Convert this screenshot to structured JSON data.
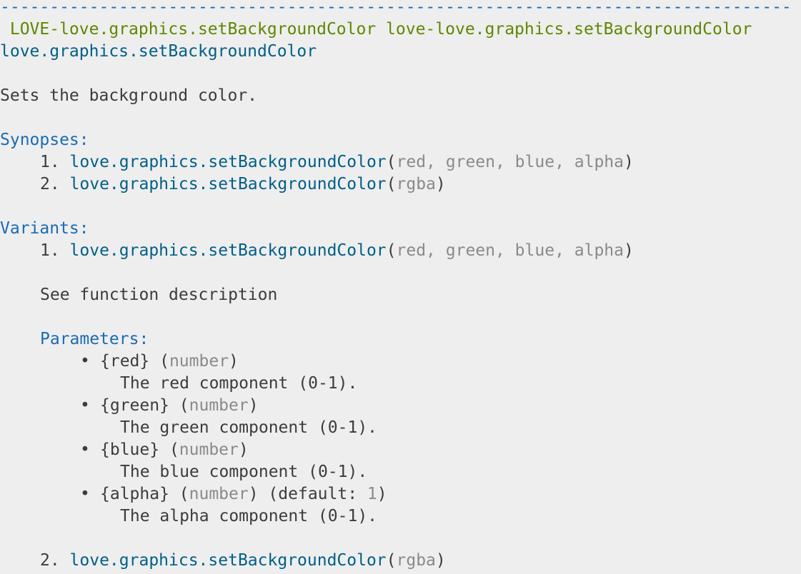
{
  "doc": {
    "rule": "--------------------------------------------------------------------------------",
    "tags": " LOVE-love.graphics.setBackgroundColor love-love.graphics.setBackgroundColor",
    "title": "love.graphics.setBackgroundColor",
    "description": "Sets the background color.",
    "synopses": {
      "heading": "Synopses:",
      "items": [
        {
          "num": "1. ",
          "fn": "love.graphics.setBackgroundColor",
          "args": "red, green, blue, alpha"
        },
        {
          "num": "2. ",
          "fn": "love.graphics.setBackgroundColor",
          "args": "rgba"
        }
      ]
    },
    "variants": {
      "heading": "Variants:",
      "items": [
        {
          "num": "1. ",
          "fn": "love.graphics.setBackgroundColor",
          "args": "red, green, blue, alpha",
          "description": "See function description",
          "parameters_heading": "Parameters:",
          "parameters": [
            {
              "name": "{red}",
              "type": "number",
              "default": null,
              "description": "The red component (0-1)."
            },
            {
              "name": "{green}",
              "type": "number",
              "default": null,
              "description": "The green component (0-1)."
            },
            {
              "name": "{blue}",
              "type": "number",
              "default": null,
              "description": "The blue component (0-1)."
            },
            {
              "name": "{alpha}",
              "type": "number",
              "default_label": "default: ",
              "default": "1",
              "description": "The alpha component (0-1)."
            }
          ]
        },
        {
          "num": "2. ",
          "fn": "love.graphics.setBackgroundColor",
          "args": "rgba"
        }
      ]
    }
  }
}
